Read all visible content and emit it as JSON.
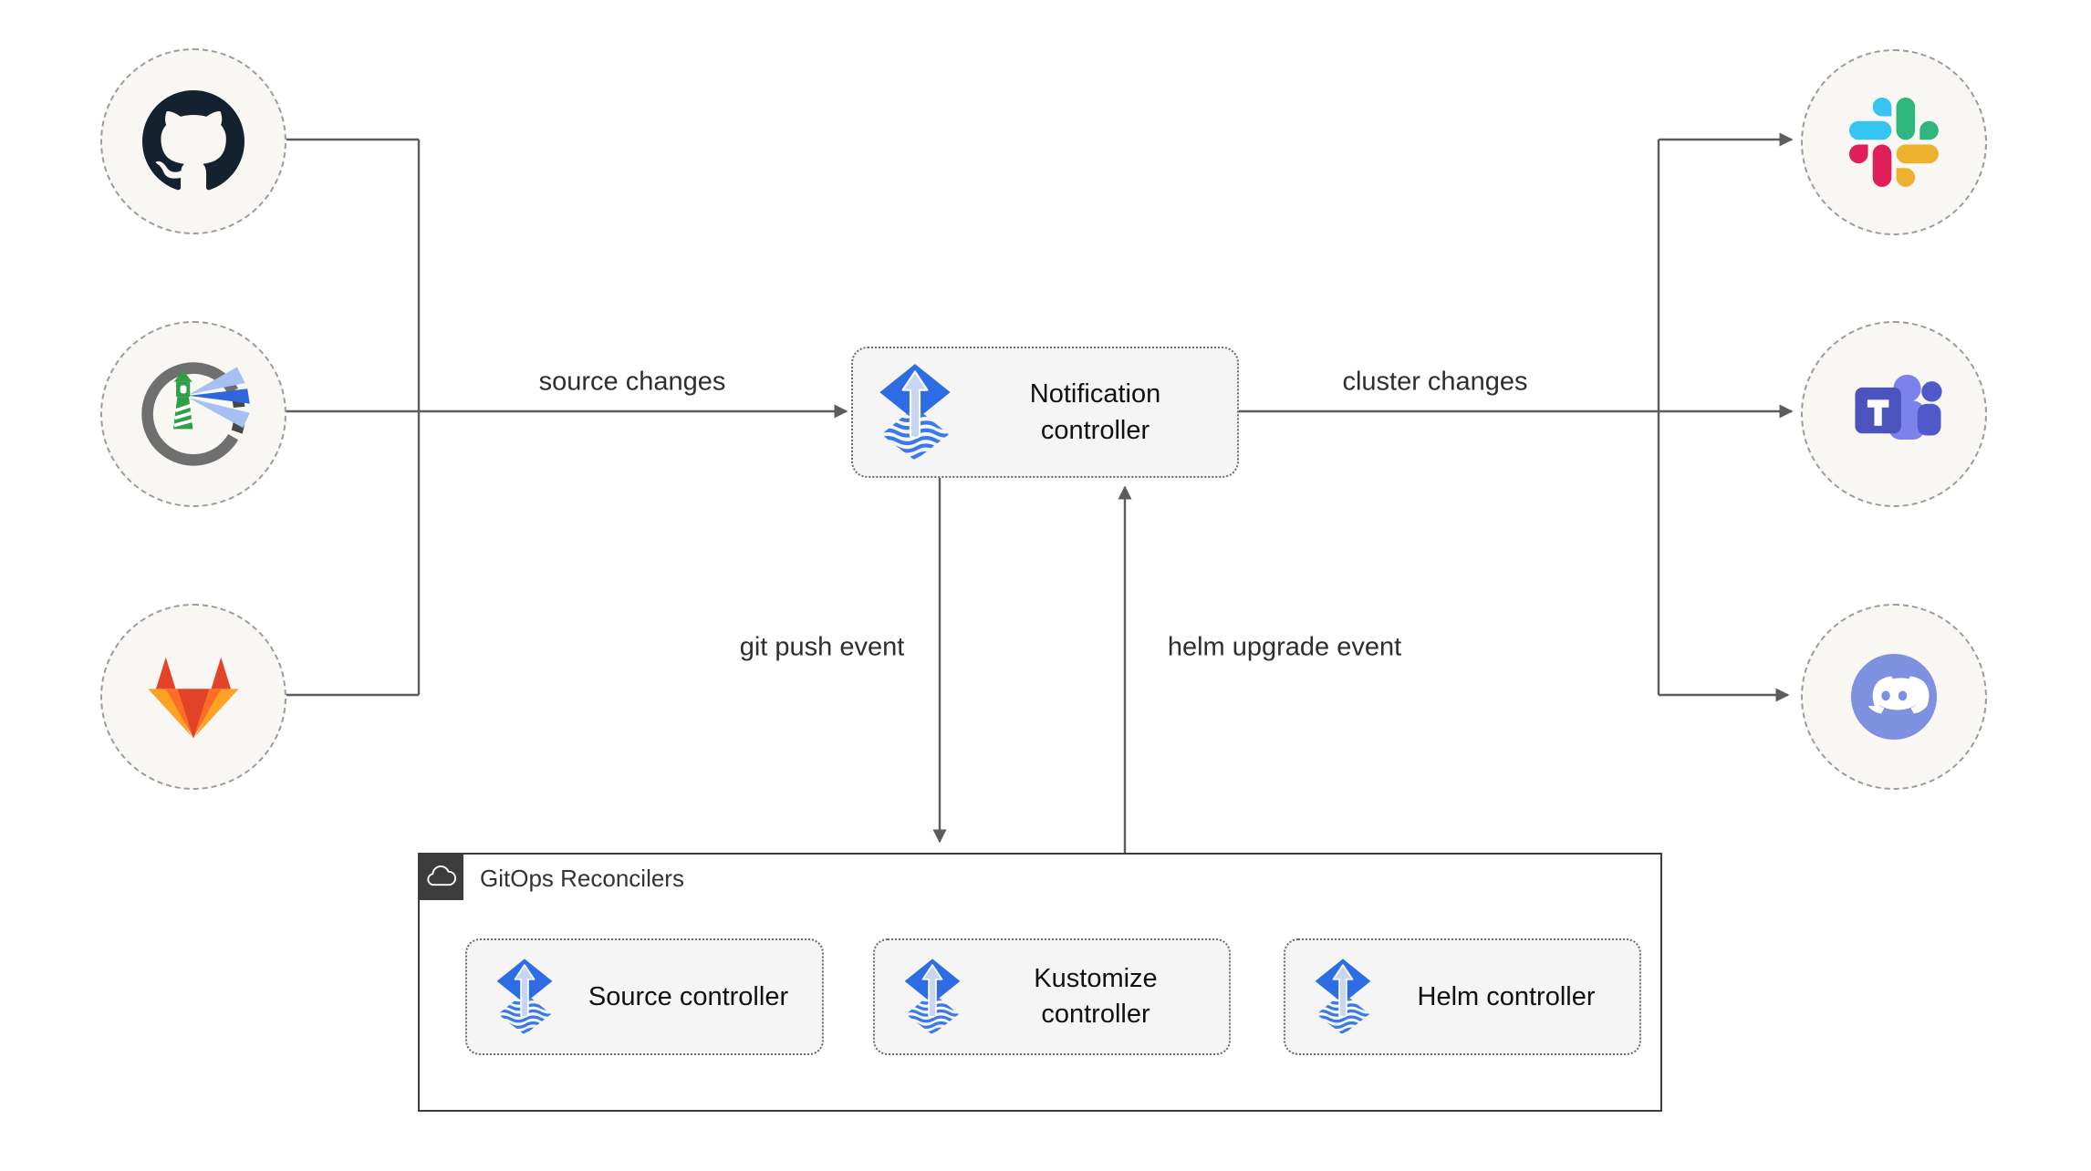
{
  "diagram": {
    "type": "flux-gitops-notification-architecture",
    "background": "#ffffff"
  },
  "sources": [
    {
      "id": "github",
      "icon": "github-icon"
    },
    {
      "id": "harbor",
      "icon": "harbor-icon"
    },
    {
      "id": "gitlab",
      "icon": "gitlab-icon"
    }
  ],
  "targets": [
    {
      "id": "slack",
      "icon": "slack-icon"
    },
    {
      "id": "teams",
      "icon": "microsoft-teams-icon"
    },
    {
      "id": "discord",
      "icon": "discord-icon"
    }
  ],
  "notification_controller": {
    "label": "Notification controller",
    "icon": "flux-icon"
  },
  "edge_labels": {
    "source_changes": "source changes",
    "cluster_changes": "cluster changes",
    "git_push": "git push event",
    "helm_upgrade": "helm upgrade event"
  },
  "reconcilers": {
    "title": "GitOps Reconcilers",
    "header_icon": "cloud-icon",
    "items": [
      {
        "label": "Source controller",
        "icon": "flux-icon"
      },
      {
        "label": "Kustomize controller",
        "icon": "flux-icon"
      },
      {
        "label": "Helm controller",
        "icon": "flux-icon"
      }
    ]
  },
  "colors": {
    "edge": "#5c5c5c",
    "node_fill": "#f5f5f5",
    "circle_fill": "#f8f7f4",
    "container_border": "#3c3c3c",
    "flux_blue": "#2e6ce4",
    "flux_wave_blue": "#3b79e8",
    "github_ink": "#14212f",
    "gitlab_red": "#e24329",
    "gitlab_orange": "#fc6d26",
    "gitlab_amber": "#fca326",
    "slack_blue": "#36c5f0",
    "slack_green": "#2eb67d",
    "slack_red": "#e01e5a",
    "slack_yellow": "#ecb22e",
    "teams_indigo": "#4b53bc",
    "teams_periwinkle": "#7b83eb",
    "discord_blurple": "#7e90e0",
    "harbor_green": "#2f9e44",
    "harbor_gray": "#6f6f6f"
  }
}
